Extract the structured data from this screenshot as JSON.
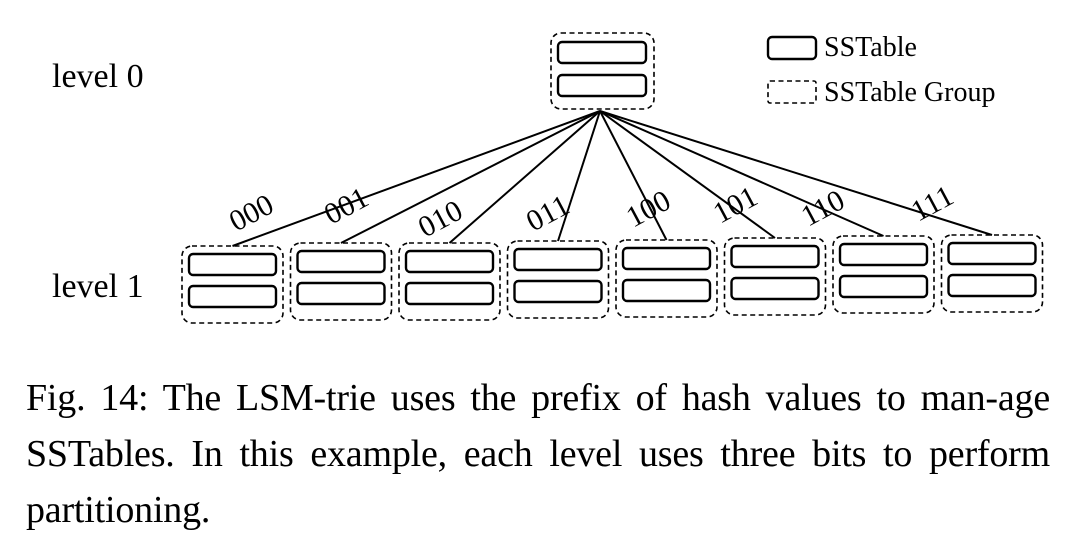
{
  "diagram": {
    "levels": [
      "level 0",
      "level 1"
    ],
    "legend": {
      "sstable": "SSTable",
      "group": "SSTable Group"
    },
    "prefixes": [
      "000",
      "001",
      "010",
      "011",
      "100",
      "101",
      "110",
      "111"
    ]
  },
  "caption": "Fig. 14: The LSM-trie uses the prefix of hash values to man-age SSTables. In this example, each level uses three bits to perform partitioning."
}
